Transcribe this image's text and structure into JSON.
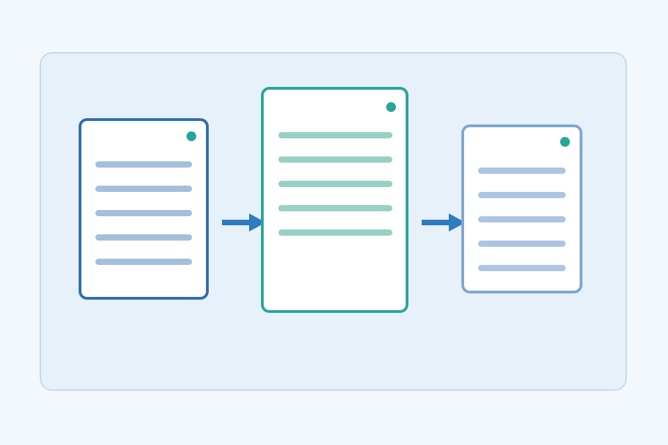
{
  "colors": {
    "page_background": "#f3f8fd",
    "panel_background": "#e7f1fa",
    "panel_border": "#c3d9ec",
    "arrow": "#2f7bbf",
    "status_dot": "#26a69a"
  },
  "cards": [
    {
      "id": "source",
      "border_color": "#2f6daf",
      "line_color": "#a3bfdb",
      "line_count": 5,
      "has_status_dot": true
    },
    {
      "id": "processing",
      "border_color": "#2aa59a",
      "line_color": "#98d0c6",
      "line_count": 5,
      "has_status_dot": true
    },
    {
      "id": "output",
      "border_color": "#7fa6d1",
      "line_color": "#aec4e2",
      "line_count": 5,
      "has_status_dot": true
    }
  ],
  "connectors": [
    {
      "from": "source",
      "to": "processing",
      "icon": "right-arrow-icon"
    },
    {
      "from": "processing",
      "to": "output",
      "icon": "right-arrow-icon"
    }
  ]
}
